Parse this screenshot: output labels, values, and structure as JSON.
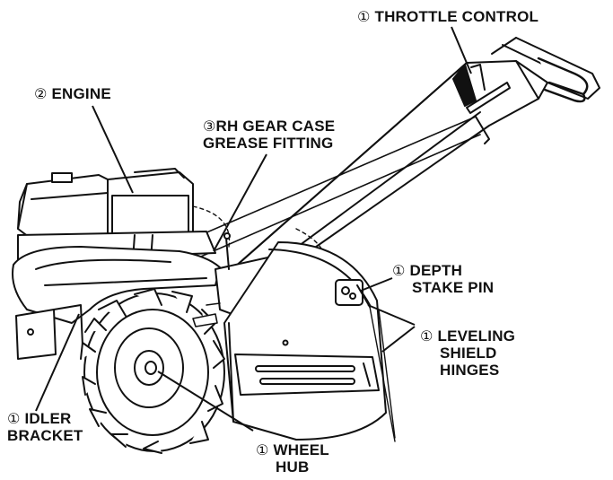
{
  "diagram": {
    "callouts": {
      "throttle_control": {
        "marker": "①",
        "text": "THROTTLE CONTROL"
      },
      "engine": {
        "marker": "②",
        "text": "ENGINE"
      },
      "gear_case": {
        "marker": "③",
        "line1": "RH GEAR CASE",
        "line2": "GREASE FITTING"
      },
      "depth_stake": {
        "marker": "①",
        "line1": "DEPTH",
        "line2": "STAKE PIN"
      },
      "leveling_shield": {
        "marker": "①",
        "line1": "LEVELING",
        "line2": "SHIELD",
        "line3": "HINGES"
      },
      "idler_bracket": {
        "marker": "①",
        "line1": "IDLER",
        "line2": "BRACKET"
      },
      "wheel_hub": {
        "marker": "①",
        "line1": "WHEEL",
        "line2": "HUB"
      }
    }
  }
}
